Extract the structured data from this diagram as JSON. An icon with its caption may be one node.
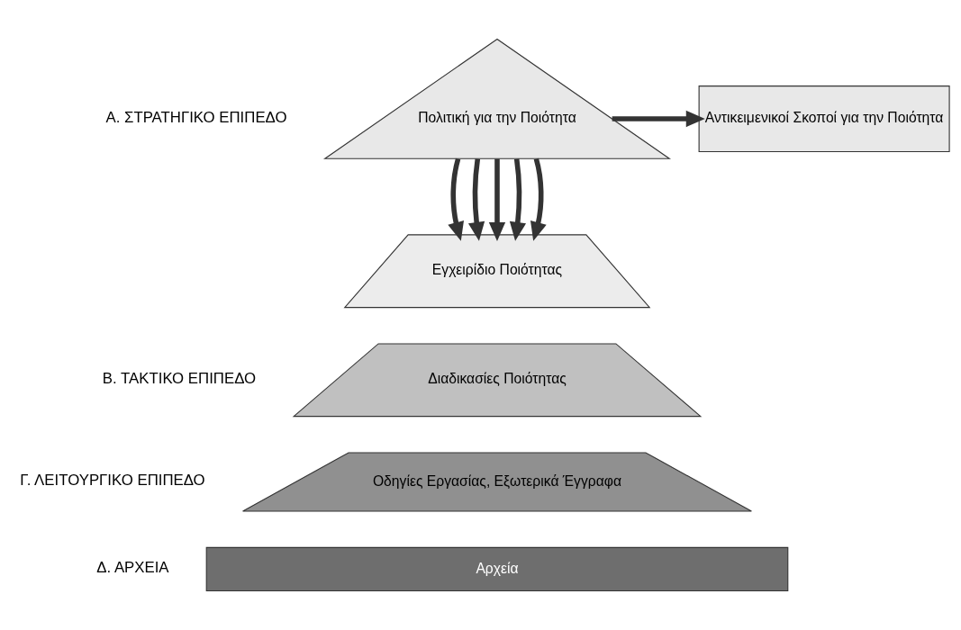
{
  "diagram": {
    "nodes": [
      {
        "text": [
          "Πολιτική για την Ποιότητα"
        ]
      },
      {
        "text": [
          "Αντικειμενικοί Σκοποί για την Ποιότητα"
        ]
      },
      {
        "text": [
          "Εγχειρίδιο Ποιότητας"
        ]
      },
      {
        "text": [
          "Διαδικασίες Ποιότητας"
        ]
      },
      {
        "text": [
          "Οδηγίες Εργασίας, Εξωτερικά Έγγραφα"
        ]
      },
      {
        "text": [
          "Αρχεία"
        ]
      }
    ],
    "edges": [
      {
        "from": 0,
        "to": 1,
        "arrow": "to"
      },
      {
        "from": 0,
        "to": 2,
        "arrow": "to"
      },
      {
        "from": 0,
        "to": 2,
        "arrow": "to"
      },
      {
        "from": 0,
        "to": 2,
        "arrow": "to"
      },
      {
        "from": 0,
        "to": 2,
        "arrow": "to"
      },
      {
        "from": 0,
        "to": 2,
        "arrow": "to"
      }
    ],
    "labels": [
      "Α. ΣΤΡΑΤΗΓΙΚΟ ΕΠΙΠΕΔΟ",
      "Β. ΤΑΚΤΙΚΟ ΕΠΙΠΕΔΟ",
      "Γ. ΛΕΙΤΟΥΡΓΙΚΟ ΕΠΙΠΕΔΟ",
      "Δ. ΑΡΧΕΙΑ"
    ]
  }
}
